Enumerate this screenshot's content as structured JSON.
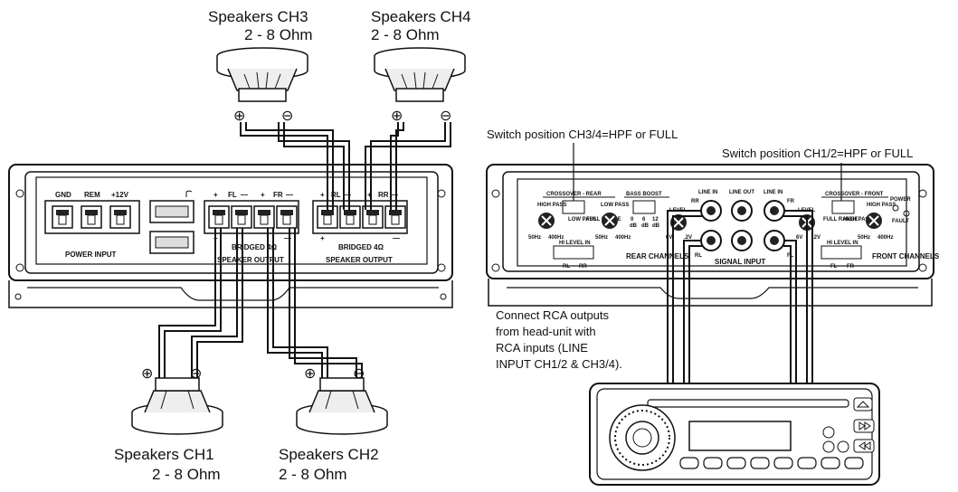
{
  "speakers": {
    "ch3": {
      "name": "Speakers CH3",
      "ohm": "2 - 8 Ohm"
    },
    "ch4": {
      "name": "Speakers CH4",
      "ohm": "2 - 8 Ohm"
    },
    "ch1": {
      "name": "Speakers CH1",
      "ohm": "2 - 8 Ohm"
    },
    "ch2": {
      "name": "Speakers CH2",
      "ohm": "2 - 8 Ohm"
    },
    "plus": "⊕",
    "minus": "⊖"
  },
  "amp_left": {
    "terminals": [
      "GND",
      "REM",
      "+12V"
    ],
    "power_input": "POWER INPUT",
    "fl": "FL",
    "fr": "FR",
    "rl": "RL",
    "rr": "RR",
    "plus": "+",
    "minus": "—",
    "bridged": "BRIDGED 4Ω",
    "speaker_output": "SPEAKER OUTPUT"
  },
  "amp_right": {
    "crossover_rear": "CROSSOVER - REAR",
    "bass_boost": "BASS BOOST",
    "line_in": "LINE IN",
    "line_out": "LINE OUT",
    "crossover_front": "CROSSOVER - FRONT",
    "power": "POWER",
    "fault": "FAULT",
    "high_pass": "HIGH PASS",
    "low_pass": "LOW PASS",
    "full_range": "FULL RANGE",
    "boost_vals": [
      "0",
      "6",
      "12"
    ],
    "db": "dB",
    "hz50": "50Hz",
    "hz400": "400Hz",
    "level": "LEVEL",
    "hi_level_in": "HI LEVEL IN",
    "rear_channels": "REAR CHANNELS",
    "signal_input": "SIGNAL INPUT",
    "front_channels": "FRONT CHANNELS",
    "rr": "RR",
    "fr": "FR",
    "rl": "RL",
    "fl": "FL",
    "v6": "6V",
    "v2": ".2V"
  },
  "notes": {
    "switch_rear": "Switch position CH3/4=HPF or FULL",
    "switch_front": "Switch position CH1/2=HPF or FULL",
    "rca": [
      "Connect RCA outputs",
      "from head-unit with",
      "RCA inputs (LINE",
      "INPUT CH1/2 & CH3/4)."
    ]
  }
}
